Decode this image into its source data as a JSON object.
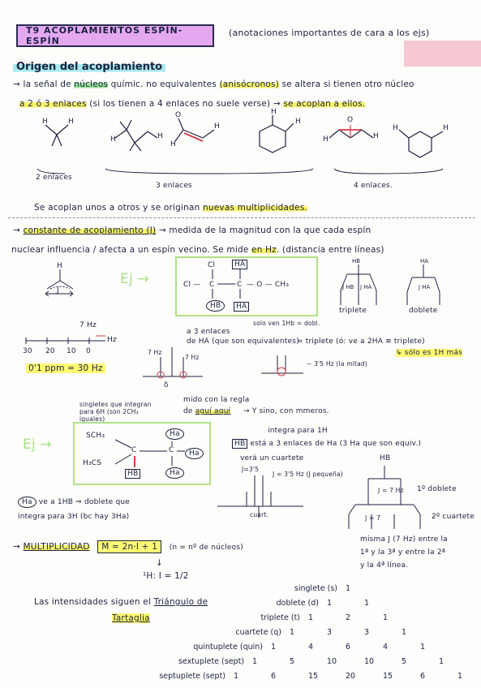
{
  "header": {
    "title": "T9  ACOPLAMIENTOS ESPÍN-ESPÍN",
    "subtitle": "(anotaciones importantes de cara a los ejs)"
  },
  "section": {
    "title": "Origen del acoplamiento"
  },
  "intro": {
    "line1_prefix": "→ la señal de ",
    "line1_nucleos": "núcleos",
    "line1_mid": " químic. no equivalentes ",
    "line1_anis": "(anisócronos)",
    "line1_alt": " se altera si tienen otro núcleo",
    "line2_a": "a 2 ó 3 enlaces",
    "line2_b": " (si los tienen a 4 enlaces no suele verse) → ",
    "line2_c": "se acoplan a ellos."
  },
  "bond_labels": {
    "two": "2 enlaces",
    "three": "3 enlaces",
    "four": "4 enlaces."
  },
  "mol_labels": {
    "h": "H",
    "o": "O"
  },
  "coupling_line": {
    "prefix": "Se acoplan unos a otros y se originan ",
    "highlight": "nuevas multiplicidades."
  },
  "constant": {
    "arrow": "→",
    "term": "constante de acoplamiento (J)",
    "def1": " → medida de la magnitud con la que cada espín",
    "def2_prefix": "nuclear influencia / afecta a un espín vecino. Se mide ",
    "def2_hz": "en Hz",
    "def2_suffix": ". (distancia entre líneas)"
  },
  "j_diagram": {
    "h": "H",
    "j": "J"
  },
  "example1": {
    "label": "Ej →",
    "cl_top": "Cl",
    "cl_left": "Cl —",
    "c1": "C",
    "c2": "C",
    "o_ch3": "— O — CH₃",
    "ha_top": "HA",
    "hb": "HB",
    "ha_low": "HA",
    "note": "solo ven 1Hb = dobl.",
    "three_bonds": "a 3 enlaces",
    "of_ha": "de HA (que son equivalentes)",
    "triplet_eq": "= triplete (ó: ve a 2HA ≡ triplete)",
    "simplest": "↳ sólo es 1H más",
    "hz_35": "~ 3'5 Hz (la mitad)"
  },
  "splitting_trees": {
    "hb_label": "HB",
    "ha_label": "HA",
    "j_label": "J",
    "jhb": "J HB",
    "jha": "J HA",
    "triplete": "triplete",
    "doblete": "doblete"
  },
  "scale": {
    "top_label": "7 Hz",
    "hz": "Hz",
    "ticks": [
      "30",
      "20",
      "10",
      "0"
    ],
    "equation": "0'1 ppm = 30 Hz"
  },
  "spectrum1": {
    "left_j": "7 Hz",
    "right_j": "7 Hz",
    "delta": "δ"
  },
  "example2": {
    "label": "Ej →",
    "singlets": "singletes que integran para 6H (son 2CH₃ iguales)",
    "sch3": "SCH₃",
    "h3cs": "H₃CS",
    "c1": "C",
    "c2": "C",
    "ha1": "Ha",
    "ha2": "Ha",
    "ha3": "Ha",
    "hb": "HB",
    "rule": "mido con la regla",
    "rule2": "de ",
    "rule2_hl": "aguí aquí",
    "rule_arrow": "→ Y sino, con mmeros.",
    "ha_note_a": "ve a 1HB ⇒ doblete que",
    "ha_note_b": "integra para 3H (bc hay 3Ha)",
    "integra": "integra para 1H",
    "hb_note": "está a 3 enlaces de Ha (3 Ha que son equiv.)",
    "quartet": "verá un cuartete",
    "j35": "J=3'5",
    "j35b": "J = 3'5 Hz (J pequeña)",
    "cuart": "cuart."
  },
  "tree2": {
    "hb": "HB",
    "j7": "J = 7 Hz",
    "j7b": "J = 7",
    "first": "1º doblete",
    "second": "2º cuartete",
    "note1": "misma J (7 Hz) entre la",
    "note2": "1ª y la 3ª y entre la 2ª",
    "note3": "y la 4ª línea."
  },
  "multiplicity": {
    "arrow": "→ ",
    "term": "MULTIPLICIDAD",
    "formula": "M = 2n·I + 1",
    "legend": "(n = nº de núcleos)",
    "arrow_down": "↓",
    "spin": "¹H: I = 1/2"
  },
  "pascal": {
    "intro1": "Las intensidades siguen el ",
    "intro1_hl": "Triángulo de",
    "intro2": "Tartaglia",
    "rows": [
      {
        "name": "singlete (s)",
        "values": [
          "1"
        ]
      },
      {
        "name": "doblete (d)",
        "values": [
          "1",
          "1"
        ]
      },
      {
        "name": "triplete (t)",
        "values": [
          "1",
          "2",
          "1"
        ]
      },
      {
        "name": "cuartete (q)",
        "values": [
          "1",
          "3",
          "3",
          "1"
        ]
      },
      {
        "name": "quintuplete (quin)",
        "values": [
          "1",
          "4",
          "6",
          "4",
          "1"
        ]
      },
      {
        "name": "sextuplete (sept)",
        "values": [
          "1",
          "5",
          "10",
          "10",
          "5",
          "1"
        ]
      },
      {
        "name": "septuplete (sept)",
        "values": [
          "1",
          "6",
          "15",
          "20",
          "15",
          "6",
          "1"
        ]
      }
    ]
  },
  "colors": {
    "ink": "#1c2140",
    "title_bg": "#e4a8f1",
    "highlight_yellow": "#f6f46a",
    "highlight_green": "#9be39a",
    "section_blue": "#a6e9ee",
    "accent_red": "#d83a4a",
    "box_green": "#b2df87",
    "pink": "#f6c8d1"
  }
}
